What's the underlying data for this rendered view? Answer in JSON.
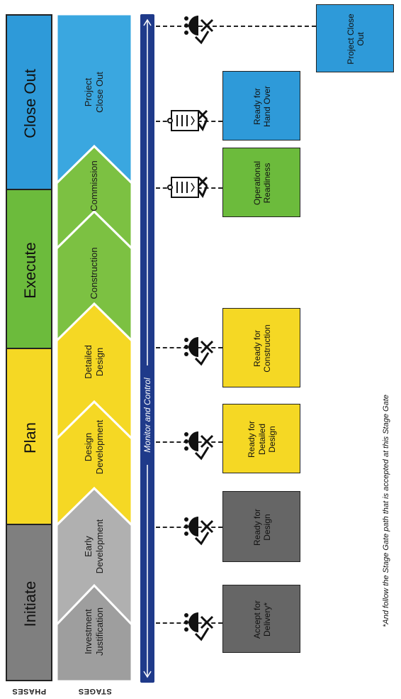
{
  "row_labels": {
    "phases": "PHASES",
    "stages": "STAGES"
  },
  "phases": [
    {
      "label": "Initiate",
      "color": "#7f7f7f"
    },
    {
      "label": "Plan",
      "color": "#f5d824"
    },
    {
      "label": "Execute",
      "color": "#6cbb3c"
    },
    {
      "label": "Close Out",
      "color": "#2e9ad9"
    }
  ],
  "stages": [
    {
      "label": "Investment\nJustification",
      "color": "#9e9e9e"
    },
    {
      "label": "Early\nDevelopment",
      "color": "#b0b0b0"
    },
    {
      "label": "Design\nDevelopment",
      "color": "#f5d824"
    },
    {
      "label": "Detailed\nDesign",
      "color": "#f5d824"
    },
    {
      "label": "Construction",
      "color": "#7cc142"
    },
    {
      "label": "Commission",
      "color": "#7cc142"
    },
    {
      "label": "Project\nClose Out",
      "color": "#3aa7e0"
    }
  ],
  "monitor": {
    "label": "Monitor and Control",
    "color": "#1f3a8a"
  },
  "gates": [
    {
      "label": "Accept for\nDelivery*",
      "color": "#666666",
      "icon": "stage-gate-icon"
    },
    {
      "label": "Ready for\nDesign",
      "color": "#666666",
      "icon": "stage-gate-icon"
    },
    {
      "label": "Ready for\nDetailed\nDesign",
      "color": "#f5d824",
      "icon": "stage-gate-icon"
    },
    {
      "label": "Ready for\nConstruction",
      "color": "#f5d824",
      "icon": "stage-gate-icon"
    },
    {
      "label": "Operational\nReadiness",
      "color": "#6cbb3c",
      "icon": "checklist-icon"
    },
    {
      "label": "Ready for\nHand Over",
      "color": "#2e9ad9",
      "icon": "checklist-icon"
    },
    {
      "label": "Project Close\nOut",
      "color": "#2e9ad9",
      "icon": "stage-gate-icon"
    }
  ],
  "footnote": "*And follow the Stage Gate path that is accepted at this Stage Gate"
}
